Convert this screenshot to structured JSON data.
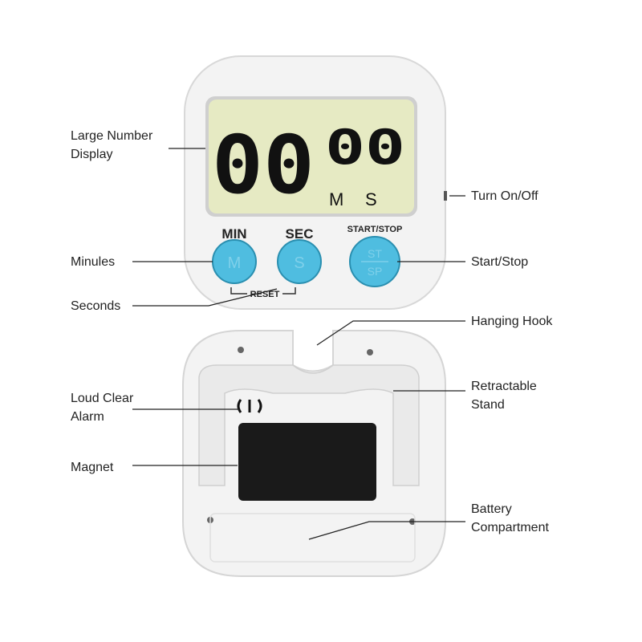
{
  "device_front": {
    "display": {
      "minutes": "00",
      "seconds": "00",
      "min_unit": "M",
      "sec_unit": "S"
    },
    "buttons": [
      {
        "caption": "MIN",
        "face": "M"
      },
      {
        "caption": "SEC",
        "face": "S"
      },
      {
        "caption": "START/STOP",
        "face_top": "ST",
        "face_bottom": "SP"
      }
    ],
    "reset_label": "RESET"
  },
  "callouts": {
    "large_display_line1": "Large Number",
    "large_display_line2": "Display",
    "turn_on_off": "Turn On/Off",
    "minutes": "Minules",
    "start_stop": "Start/Stop",
    "seconds": "Seconds",
    "hanging_hook": "Hanging Hook",
    "alarm_line1": "Loud Clear",
    "alarm_line2": "Alarm",
    "stand_line1": "Retractable",
    "stand_line2": "Stand",
    "magnet": "Magnet",
    "battery_line1": "Battery",
    "battery_line2": "Compartment"
  },
  "colors": {
    "button": "#4fbde0",
    "lcd": "#e6eac3",
    "body": "#f4f4f4",
    "magnet": "#1a1a1a"
  }
}
